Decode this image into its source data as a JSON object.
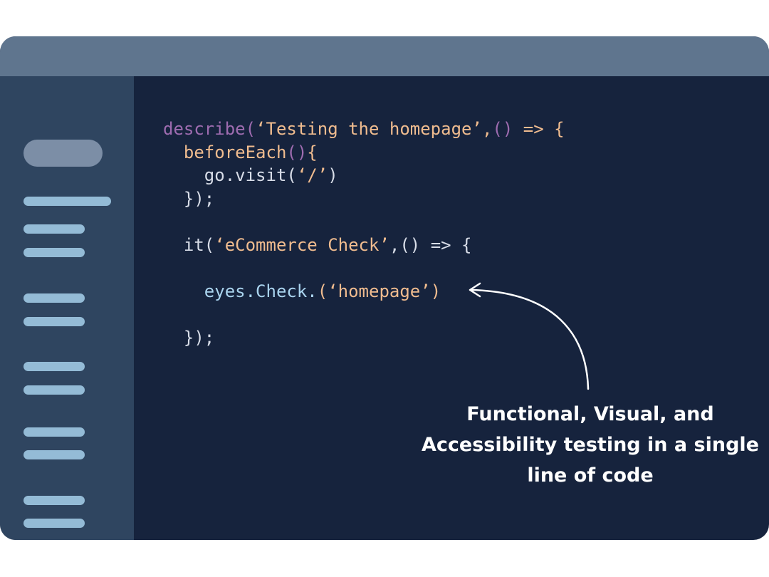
{
  "code_lines": [
    [
      "describe(",
      "‘Testing the homepage’",
      ",",
      "()",
      " => {"
    ],
    [
      "  beforeEach",
      "()",
      "{"
    ],
    [
      "    go.visit(",
      "‘/’",
      ")"
    ],
    [
      "  });"
    ],
    [
      ""
    ],
    [
      "  it(",
      "‘eCommerce Check’",
      ",() => {"
    ],
    [
      ""
    ],
    [
      "    eyes.",
      "Check.",
      "(",
      "‘homepage’",
      ")"
    ],
    [
      ""
    ],
    [
      "  });"
    ]
  ],
  "annotation": {
    "line1": "Functional, Visual, and",
    "line2": "Accessibility testing in a single",
    "line3": "line of code"
  },
  "colors": {
    "window_bg": "#16233d",
    "titlebar": "#5f758e",
    "sidebar": "#2f4560",
    "sidebar_lines": "#94bbd6",
    "keyword": "#9e6cb0",
    "string": "#f0bc8f",
    "function": "#aad4ef",
    "plain": "#d8dde8"
  }
}
